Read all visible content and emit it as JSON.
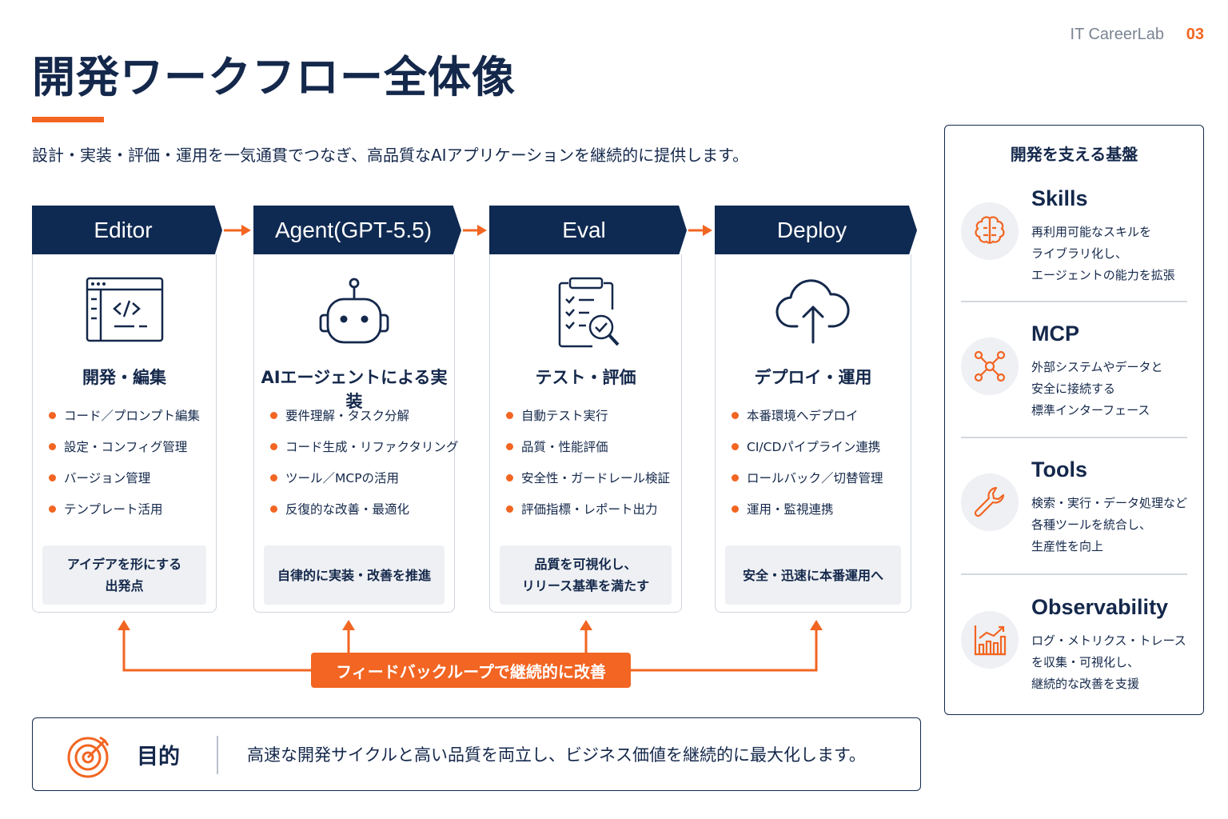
{
  "brand": "IT CareerLab",
  "page_number": "03",
  "title": "開発ワークフロー全体像",
  "subtitle": "設計・実装・評価・運用を一気通貫でつなぎ、高品質なAIアプリケーションを継続的に提供します。",
  "stages": [
    {
      "header": "Editor",
      "name": "開発・編集",
      "icon": "code-editor-icon",
      "items": [
        "コード／プロンプト編集",
        "設定・コンフィグ管理",
        "バージョン管理",
        "テンプレート活用"
      ],
      "note_lines": [
        "アイデアを形にする",
        "出発点"
      ]
    },
    {
      "header": "Agent(GPT-5.5)",
      "name": "AIエージェントによる実装",
      "icon": "robot-icon",
      "items": [
        "要件理解・タスク分解",
        "コード生成・リファクタリング",
        "ツール／MCPの活用",
        "反復的な改善・最適化"
      ],
      "note_lines": [
        "自律的に実装・改善を推進"
      ]
    },
    {
      "header": "Eval",
      "name": "テスト・評価",
      "icon": "clipboard-check-icon",
      "items": [
        "自動テスト実行",
        "品質・性能評価",
        "安全性・ガードレール検証",
        "評価指標・レポート出力"
      ],
      "note_lines": [
        "品質を可視化し、",
        "リリース基準を満たす"
      ]
    },
    {
      "header": "Deploy",
      "name": "デプロイ・運用",
      "icon": "cloud-upload-icon",
      "items": [
        "本番環境へデプロイ",
        "CI/CDパイプライン連携",
        "ロールバック／切替管理",
        "運用・監視連携"
      ],
      "note_lines": [
        "安全・迅速に本番運用へ"
      ]
    }
  ],
  "feedback_label": "フィードバックループで継続的に改善",
  "purpose": {
    "label": "目的",
    "text": "高速な開発サイクルと高い品質を両立し、ビジネス価値を継続的に最大化します。"
  },
  "foundation": {
    "title": "開発を支える基盤",
    "items": [
      {
        "name": "Skills",
        "icon": "brain-icon",
        "lines": [
          "再利用可能なスキルを",
          "ライブラリ化し、",
          "エージェントの能力を拡張"
        ]
      },
      {
        "name": "MCP",
        "icon": "network-hub-icon",
        "lines": [
          "外部システムやデータと",
          "安全に接続する",
          "標準インターフェース"
        ]
      },
      {
        "name": "Tools",
        "icon": "wrench-icon",
        "lines": [
          "検索・実行・データ処理など",
          "各種ツールを統合し、",
          "生産性を向上"
        ]
      },
      {
        "name": "Observability",
        "icon": "chart-growth-icon",
        "lines": [
          "ログ・メトリクス・トレース",
          "を収集・可視化し、",
          "継続的な改善を支援"
        ]
      }
    ]
  },
  "colors": {
    "navy": "#0f2a52",
    "accent": "#f26522",
    "panel": "#eef0f3"
  }
}
